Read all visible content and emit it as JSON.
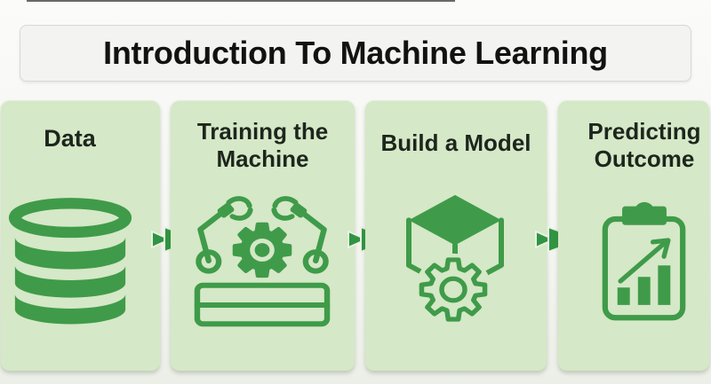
{
  "title": {
    "text": "Introduction To Machine Learning"
  },
  "steps": [
    {
      "id": "data",
      "label": "Data",
      "icon": "database-icon"
    },
    {
      "id": "training-the-machine",
      "label": "Training the\nMachine",
      "icon": "robot-arms-gear-icon"
    },
    {
      "id": "build-a-model",
      "label": "Build a Model",
      "icon": "cube-gear-icon"
    },
    {
      "id": "predicting-outcome",
      "label": "Predicting\nOutcome",
      "icon": "clipboard-chart-icon"
    }
  ],
  "connectors": {
    "icon": "fast-forward-arrow-icon",
    "count": 3
  },
  "colors": {
    "icon_green": "#3f9b49",
    "arrow_green": "#2f9542",
    "card_background": "#d5e8c7",
    "page_background_top": "#fbfbfa",
    "page_background_bottom": "#ecefe8",
    "title_box_background": "#f3f3f1",
    "title_box_border": "#d8d9d3",
    "title_text": "#121212",
    "label_text": "#1d261d"
  }
}
